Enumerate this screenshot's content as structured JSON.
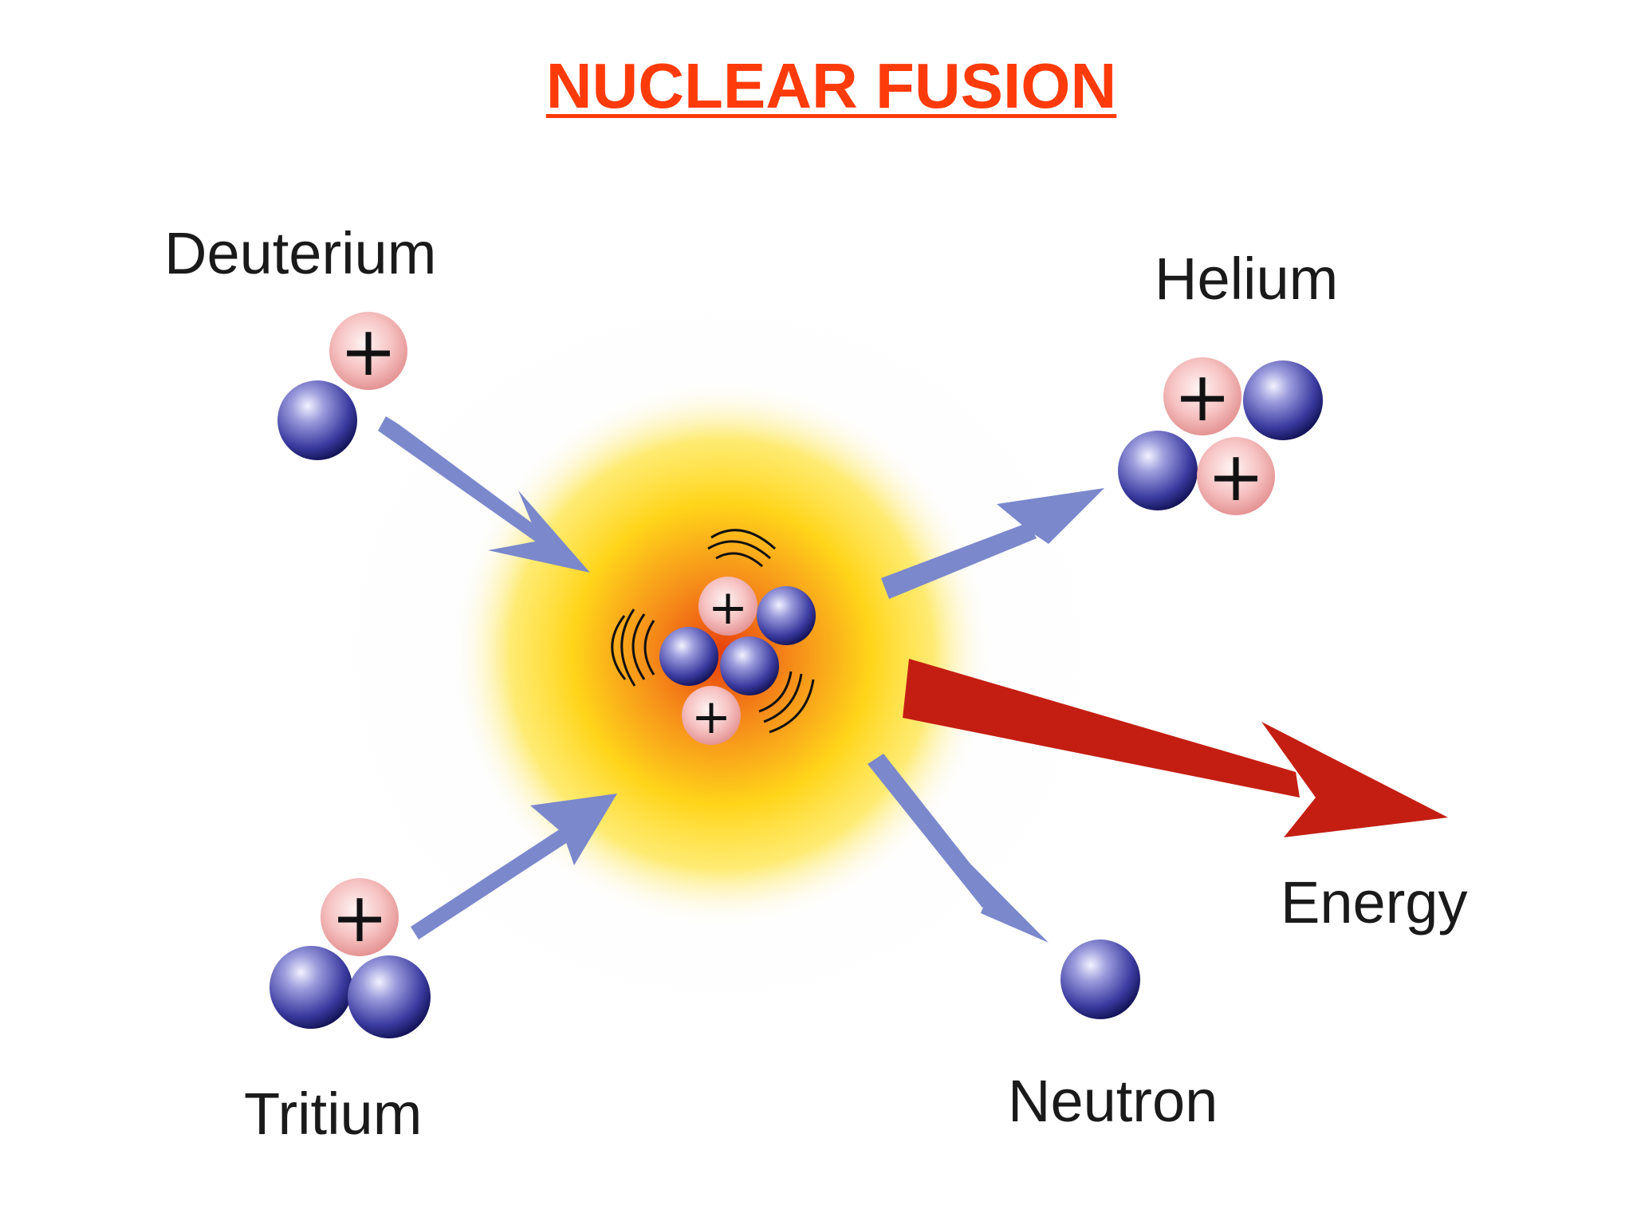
{
  "title": "NUCLEAR FUSION",
  "labels": {
    "deuterium": "Deuterium",
    "tritium": "Tritium",
    "helium": "Helium",
    "neutron": "Neutron",
    "energy": "Energy"
  },
  "proton_symbol": "+",
  "colors": {
    "title": "#ff3b0b",
    "proton": "#f2a7a7",
    "neutron": "#3a3a9a",
    "arrow": "#7b88cc",
    "energy_arrow": "#c41e12",
    "glow_core": "#f06a10",
    "glow_outer": "#ffe21a"
  }
}
